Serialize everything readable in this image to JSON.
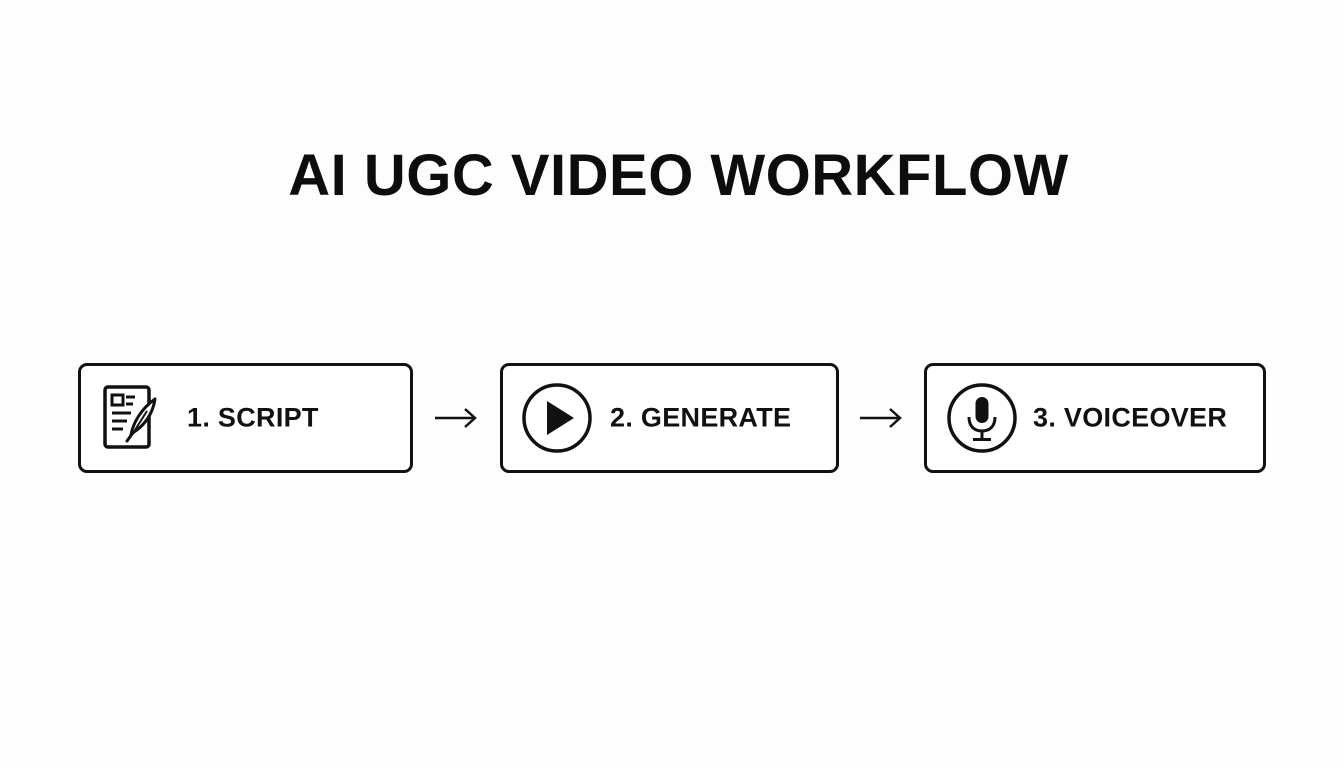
{
  "title": "AI UGC VIDEO WORKFLOW",
  "steps": [
    {
      "number": 1,
      "label": "1. SCRIPT",
      "icon": "document-with-quill-icon"
    },
    {
      "number": 2,
      "label": "2. GENERATE",
      "icon": "play-circle-icon"
    },
    {
      "number": 3,
      "label": "3. VOICEOVER",
      "icon": "microphone-circle-icon"
    }
  ],
  "connectors": [
    {
      "from": 1,
      "to": 2,
      "icon": "arrow-right-icon"
    },
    {
      "from": 2,
      "to": 3,
      "icon": "arrow-right-icon"
    }
  ],
  "colors": {
    "background": "#fdfdfd",
    "stroke": "#111111",
    "text": "#111111"
  }
}
